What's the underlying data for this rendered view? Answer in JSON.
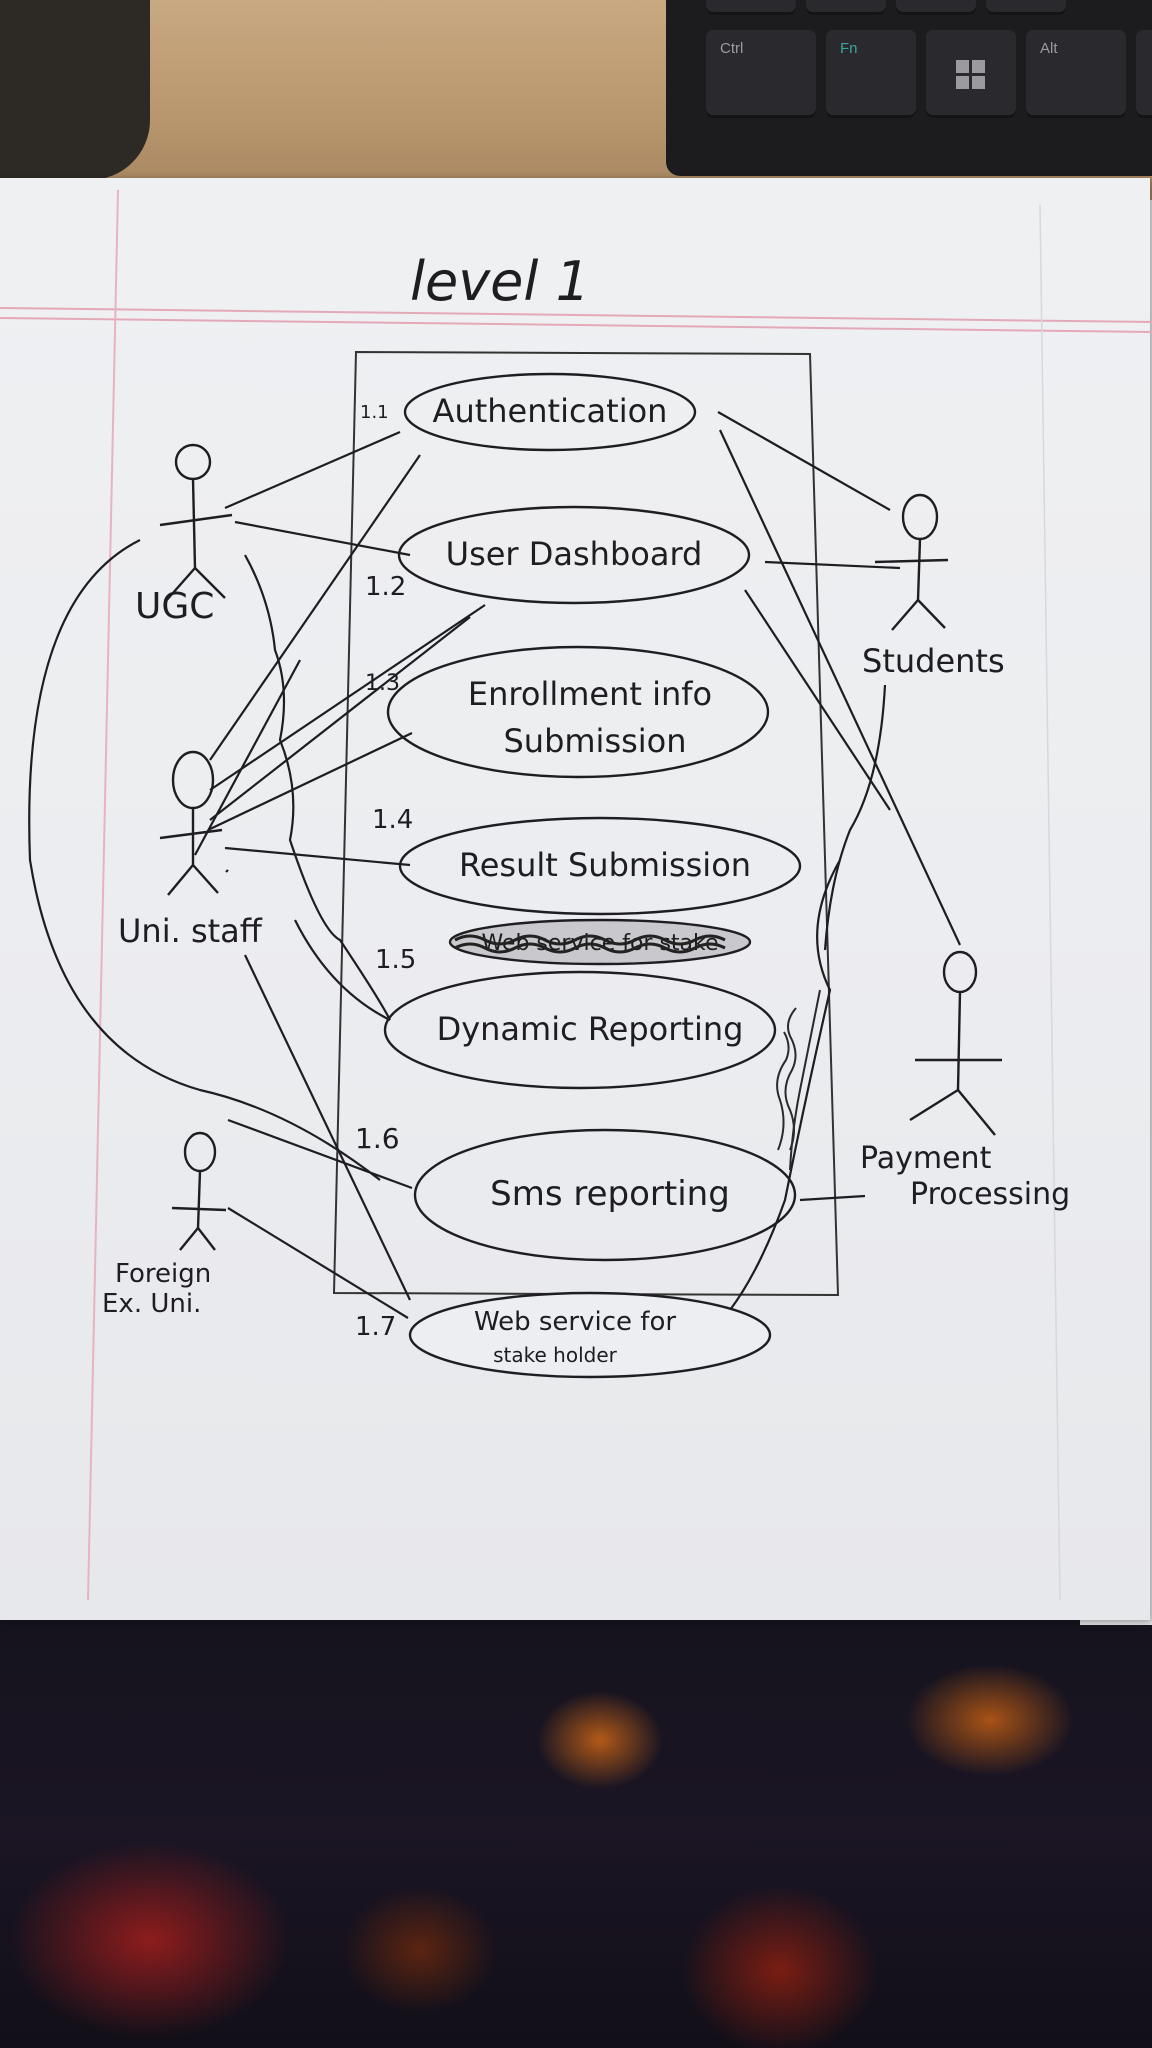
{
  "keyboard": {
    "keys": [
      {
        "id": "ctrl",
        "label": "Ctrl"
      },
      {
        "id": "fn",
        "label": "Fn"
      },
      {
        "id": "win",
        "label": ""
      },
      {
        "id": "alt",
        "label": "Alt"
      }
    ]
  },
  "diagram": {
    "title": "level 1",
    "actors": {
      "ugc": "UGC",
      "students": "Students",
      "uni_staff": "Uni. staff",
      "payment": [
        "Payment",
        "Processing"
      ],
      "foreign": [
        "Foreign",
        "Ex. Uni."
      ]
    },
    "use_cases": [
      {
        "num": "1.1",
        "lines": [
          "Authentication"
        ]
      },
      {
        "num": "1.2",
        "lines": [
          "User Dashboard"
        ]
      },
      {
        "num": "1.3",
        "lines": [
          "Enrollment info",
          "Submission"
        ]
      },
      {
        "num": "1.4",
        "lines": [
          "Result Submission"
        ]
      },
      {
        "num": "",
        "lines": [
          "Web service for stake"
        ]
      },
      {
        "num": "1.5",
        "lines": [
          "Dynamic Reporting"
        ]
      },
      {
        "num": "1.6",
        "lines": [
          "Sms reporting"
        ]
      },
      {
        "num": "1.7",
        "lines": [
          "Web service for",
          "stake holder"
        ]
      }
    ]
  }
}
